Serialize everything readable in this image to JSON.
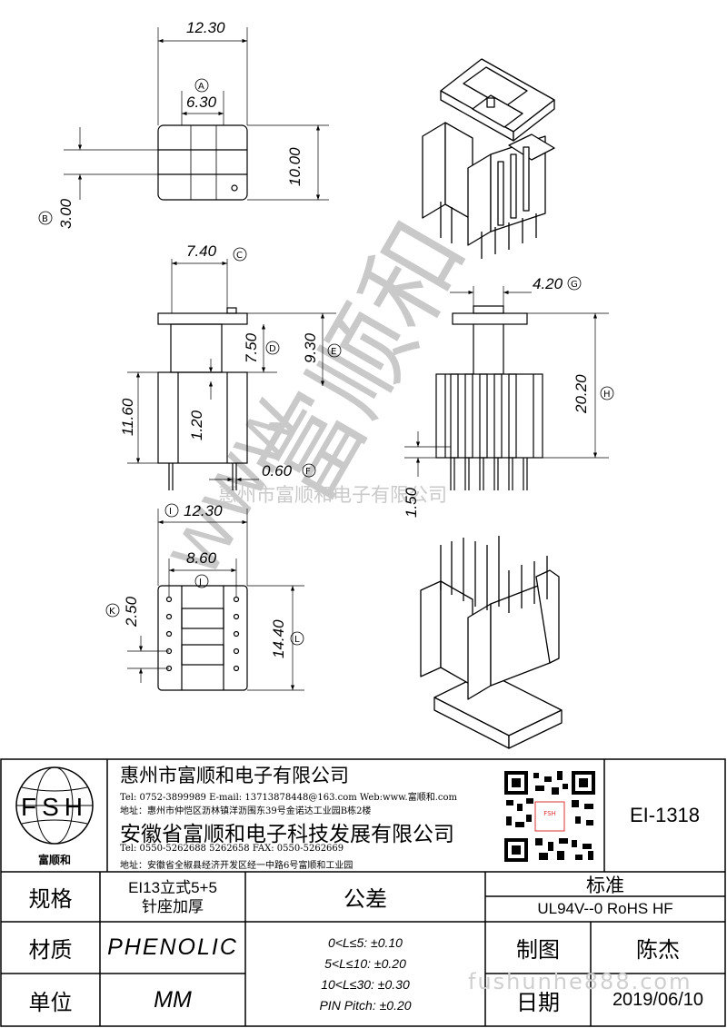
{
  "dimensions": {
    "top_width": "12.30",
    "a_width": "6.30",
    "a_mark": "A",
    "b_height": "3.00",
    "b_mark": "B",
    "top_height": "10.00",
    "c_width": "7.40",
    "c_mark": "C",
    "d_height": "7.50",
    "d_mark": "D",
    "e_height": "9.30",
    "e_mark": "E",
    "left_height": "11.60",
    "pin_len": "1.20",
    "pin_dia": "0.60",
    "f_mark": "F",
    "g_width": "4.20",
    "g_mark": "G",
    "h_height": "20.20",
    "h_mark": "H",
    "pin_tip": "1.50",
    "i_width": "12.30",
    "i_mark": "I",
    "j_width": "8.60",
    "j_mark": "J",
    "k_pitch": "2.50",
    "k_mark": "K",
    "l_height": "14.40",
    "l_mark": "L"
  },
  "watermark": {
    "diagonal": "富顺和",
    "diagonal_small": "WWW",
    "company": "惠州市富顺和电子有限公司",
    "url": "fushunhe888.com"
  },
  "title_block": {
    "logo_text": "FSH",
    "logo_caption": "富顺和",
    "company1": "惠州市富顺和电子有限公司",
    "company1_contact": "Tel:  0752-3899989  E-mail: 13713878448@163.com  Web:www.富顺和.com",
    "company1_address": "地址：惠州市仲恺区沥林镇洋沥围东39号金诺达工业园B栋2楼",
    "company2": "安徽省富顺和电子科技发展有限公司",
    "company2_contact": "Tel:    0550-5262688  5262658       FAX: 0550-5262669",
    "company2_address": "地址：安徽省全椒县经济开发区经一中路6号富顺和工业园",
    "qr_label": "FSH",
    "part_no": "EI-1318",
    "spec_label": "规格",
    "spec_value_line1": "EI13立式5+5",
    "spec_value_line2": "针座加厚",
    "material_label": "材质",
    "material_value": "PHENOLIC",
    "unit_label": "单位",
    "unit_value": "MM",
    "tolerance_label": "公差",
    "tolerances": [
      "0<L≤5: ±0.10",
      "5<L≤10: ±0.20",
      "10<L≤30: ±0.30",
      "PIN Pitch: ±0.20"
    ],
    "standard_label": "标准",
    "standard_value": "UL94V--0  RoHS HF",
    "drawn_label": "制图",
    "drawn_value": "陈杰",
    "date_label": "日期",
    "date_value": "2019/06/10"
  }
}
